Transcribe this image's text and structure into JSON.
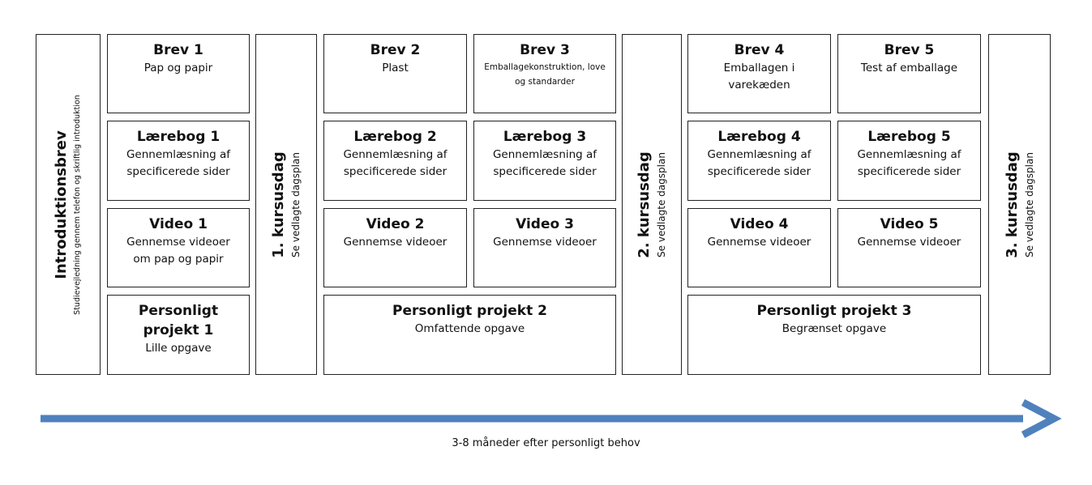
{
  "intro": {
    "title": "Introduktionsbrev",
    "subtitle": "Studievejledning gennem telefon og skriftlig introduktion"
  },
  "kursusdage": [
    {
      "title": "1. kursusdag",
      "subtitle": "Se vedlagte dagsplan"
    },
    {
      "title": "2. kursusdag",
      "subtitle": "Se vedlagte dagsplan"
    },
    {
      "title": "3. kursusdag",
      "subtitle": "Se vedlagte dagsplan"
    }
  ],
  "breve": [
    {
      "title": "Brev 1",
      "subtitle": "Pap og papir"
    },
    {
      "title": "Brev 2",
      "subtitle": "Plast"
    },
    {
      "title": "Brev 3",
      "subtitle": "Emballagekonstruktion, love og standarder"
    },
    {
      "title": "Brev 4",
      "subtitle": "Emballagen i varekæden"
    },
    {
      "title": "Brev 5",
      "subtitle": "Test af emballage"
    }
  ],
  "laereboeger": [
    {
      "title": "Lærebog 1",
      "subtitle": "Gennemlæsning af specificerede sider"
    },
    {
      "title": "Lærebog 2",
      "subtitle": "Gennemlæsning af specificerede sider"
    },
    {
      "title": "Lærebog 3",
      "subtitle": "Gennemlæsning af specificerede sider"
    },
    {
      "title": "Lærebog 4",
      "subtitle": "Gennemlæsning af specificerede sider"
    },
    {
      "title": "Lærebog 5",
      "subtitle": "Gennemlæsning af specificerede sider"
    }
  ],
  "videoer": [
    {
      "title": "Video 1",
      "subtitle": "Gennemse videoer om pap og papir"
    },
    {
      "title": "Video 2",
      "subtitle": "Gennemse videoer"
    },
    {
      "title": "Video 3",
      "subtitle": "Gennemse videoer"
    },
    {
      "title": "Video 4",
      "subtitle": "Gennemse videoer"
    },
    {
      "title": "Video 5",
      "subtitle": "Gennemse videoer"
    }
  ],
  "projekter": [
    {
      "title": "Personligt projekt 1",
      "subtitle": "Lille opgave"
    },
    {
      "title": "Personligt projekt 2",
      "subtitle": "Omfattende opgave"
    },
    {
      "title": "Personligt projekt 3",
      "subtitle": "Begrænset opgave"
    }
  ],
  "timeline": {
    "label": "3-8 måneder efter personligt behov",
    "arrow_color": "#4f81bd"
  }
}
